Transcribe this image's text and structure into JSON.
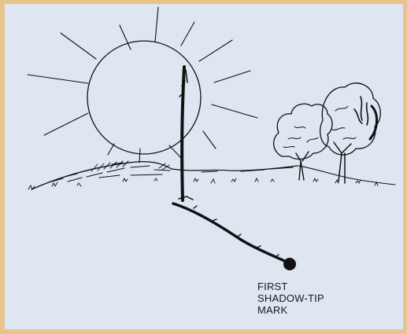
{
  "diagram": {
    "label_lines": [
      "FIRST",
      "SHADOW-TIP",
      "MARK"
    ],
    "colors": {
      "frame": "#e7c48c",
      "background": "#dde6f1",
      "ink": "#111111"
    }
  }
}
